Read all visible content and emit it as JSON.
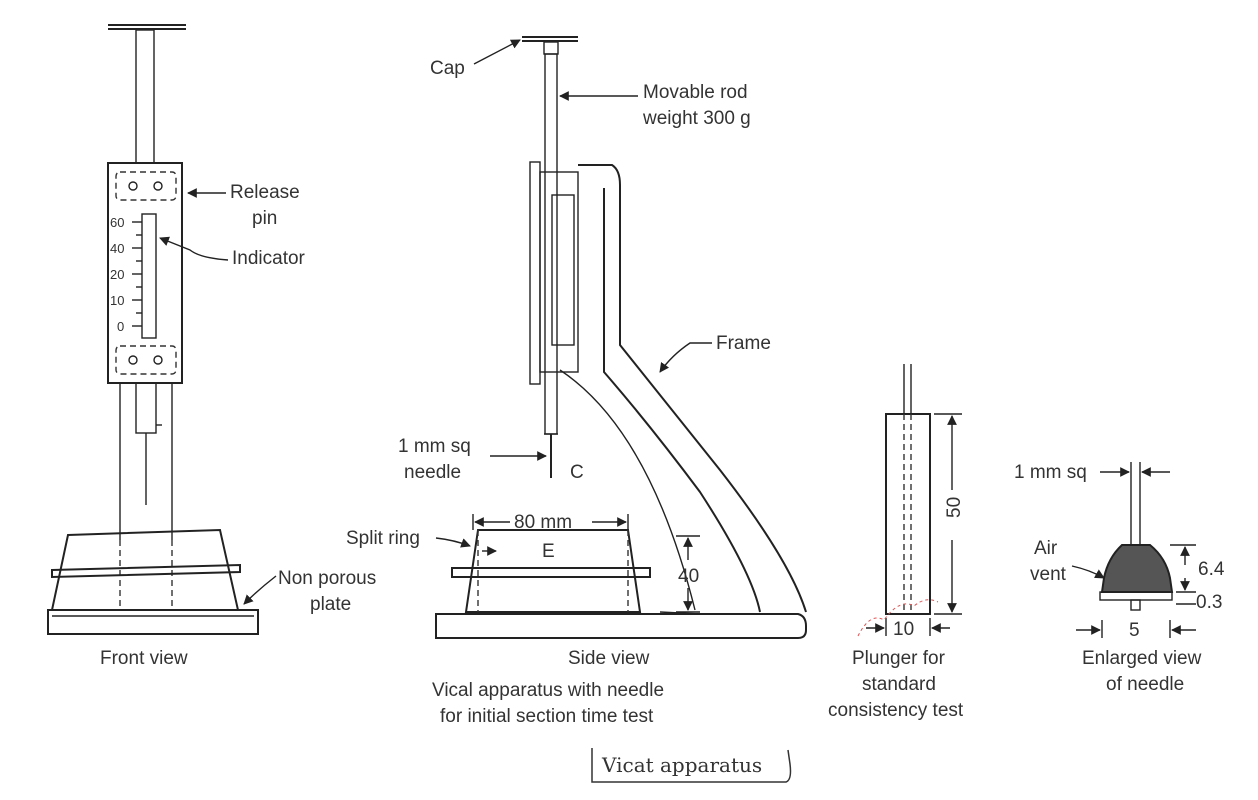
{
  "front_view": {
    "caption": "Front view",
    "labels": {
      "release_pin_line1": "Release",
      "release_pin_line2": "pin",
      "indicator": "Indicator",
      "non_porous_line1": "Non porous",
      "non_porous_line2": "plate"
    },
    "scale_marks": [
      "60",
      "40",
      "20",
      "10",
      "0"
    ]
  },
  "side_view": {
    "caption": "Side view",
    "subcaption_line1": "Vical apparatus with needle",
    "subcaption_line2": "for initial section time test",
    "labels": {
      "cap": "Cap",
      "movable_rod_line1": "Movable rod",
      "movable_rod_line2": "weight 300 g",
      "frame": "Frame",
      "needle_line1": "1 mm sq",
      "needle_line2": "needle",
      "c": "C",
      "split_ring": "Split ring",
      "e": "E",
      "dim_80": "80 mm",
      "dim_40": "40"
    }
  },
  "plunger": {
    "caption_line1": "Plunger for",
    "caption_line2": "standard",
    "caption_line3": "consistency test",
    "dim_50": "50",
    "dim_10": "10"
  },
  "needle_detail": {
    "caption_line1": "Enlarged view",
    "caption_line2": "of needle",
    "labels": {
      "one_mm_sq": "1 mm sq",
      "air_vent_line1": "Air",
      "air_vent_line2": "vent",
      "dim_6_4": "6.4",
      "dim_0_3": "0.3",
      "dim_5": "5"
    }
  },
  "title": "Vicat apparatus"
}
